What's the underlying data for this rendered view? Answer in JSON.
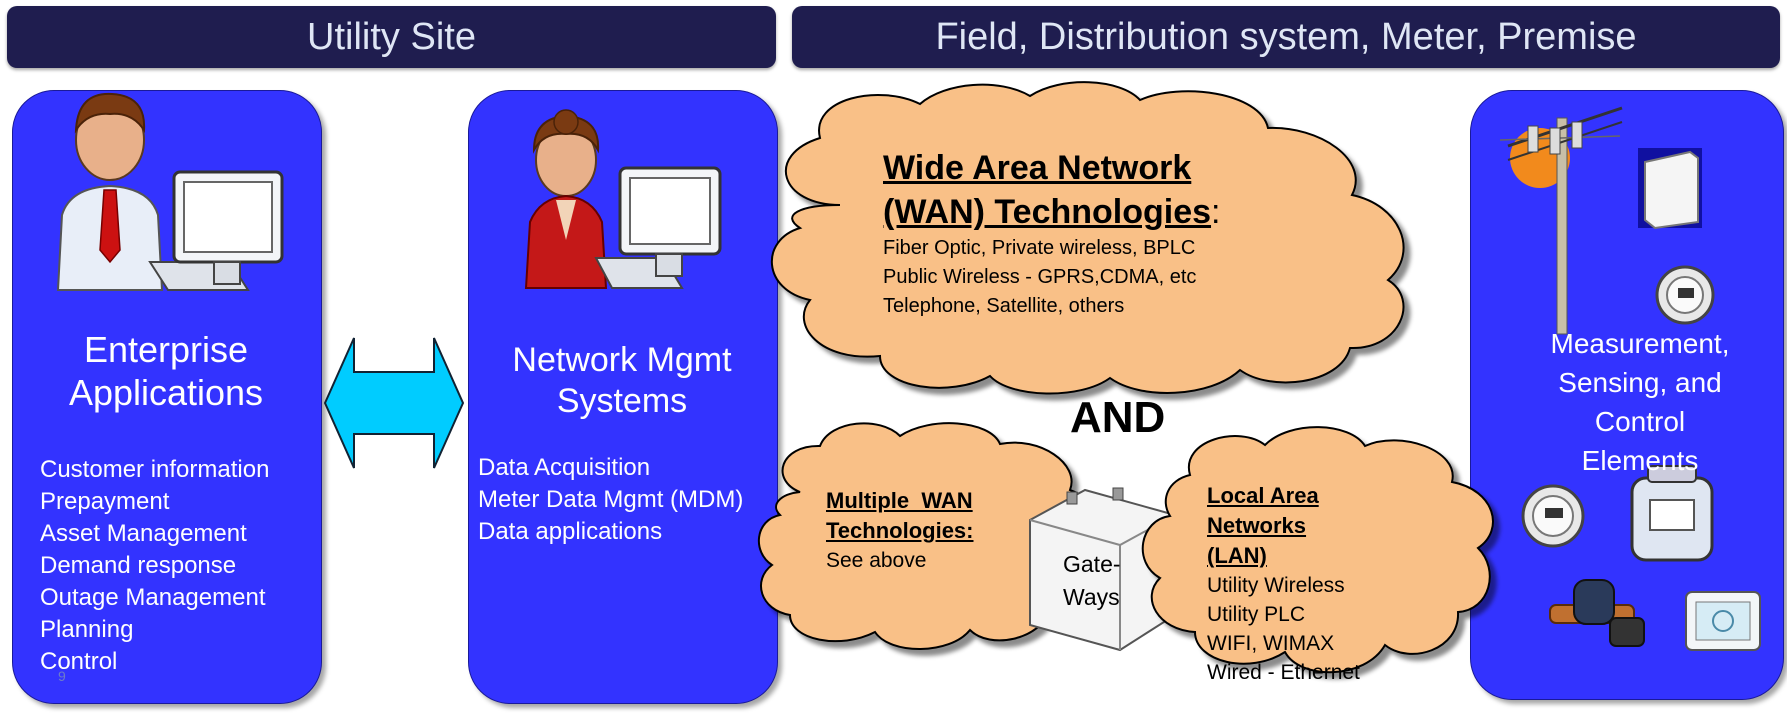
{
  "headers": {
    "utility_site": "Utility Site",
    "field": "Field, Distribution system, Meter, Premise"
  },
  "enterprise": {
    "title_line1": "Enterprise",
    "title_line2": "Applications",
    "items": [
      "Customer information",
      "Prepayment",
      "Asset Management",
      "Demand response",
      "Outage Management",
      "Planning",
      "Control"
    ]
  },
  "network": {
    "title_line1": "Network Mgmt",
    "title_line2": "Systems",
    "items": [
      "Data Acquisition",
      "Meter Data Mgmt (MDM)",
      "Data applications"
    ]
  },
  "wan_cloud": {
    "title_line1": "Wide Area Network",
    "title_line2": "(WAN) Technologies",
    "colon": ":",
    "lines": [
      "Fiber Optic, Private wireless, BPLC",
      "Public Wireless - GPRS,CDMA, etc",
      "Telephone, Satellite, others"
    ]
  },
  "and_label": "AND",
  "multi_wan": {
    "title_line1": "Multiple  WAN",
    "title_line2": "Technologies:",
    "line": "See above"
  },
  "gateways": {
    "line1": "Gate-",
    "line2": "Ways"
  },
  "lan": {
    "title_line1": "Local Area",
    "title_line2": "Networks",
    "title_line3": "(LAN)",
    "lines": [
      "Utility Wireless",
      "Utility PLC",
      "WIFI, WIMAX",
      "Wired - Ethernet"
    ]
  },
  "measurement": {
    "line1": "Measurement,",
    "line2": "Sensing, and",
    "line3": "Control",
    "line4": "Elements"
  },
  "page_number": "9",
  "colors": {
    "header_bg": "#1f1d4f",
    "panel_blue": "#3333ff",
    "cloud_orange": "#f9c087",
    "arrow_cyan": "#00ccff"
  },
  "icons": [
    "man-at-computer-icon",
    "woman-at-computer-icon",
    "double-arrow-icon",
    "utility-pole-icon",
    "meter-icon",
    "gas-meter-icon",
    "water-meter-icon",
    "thermostat-icon",
    "gateway-box-icon"
  ]
}
